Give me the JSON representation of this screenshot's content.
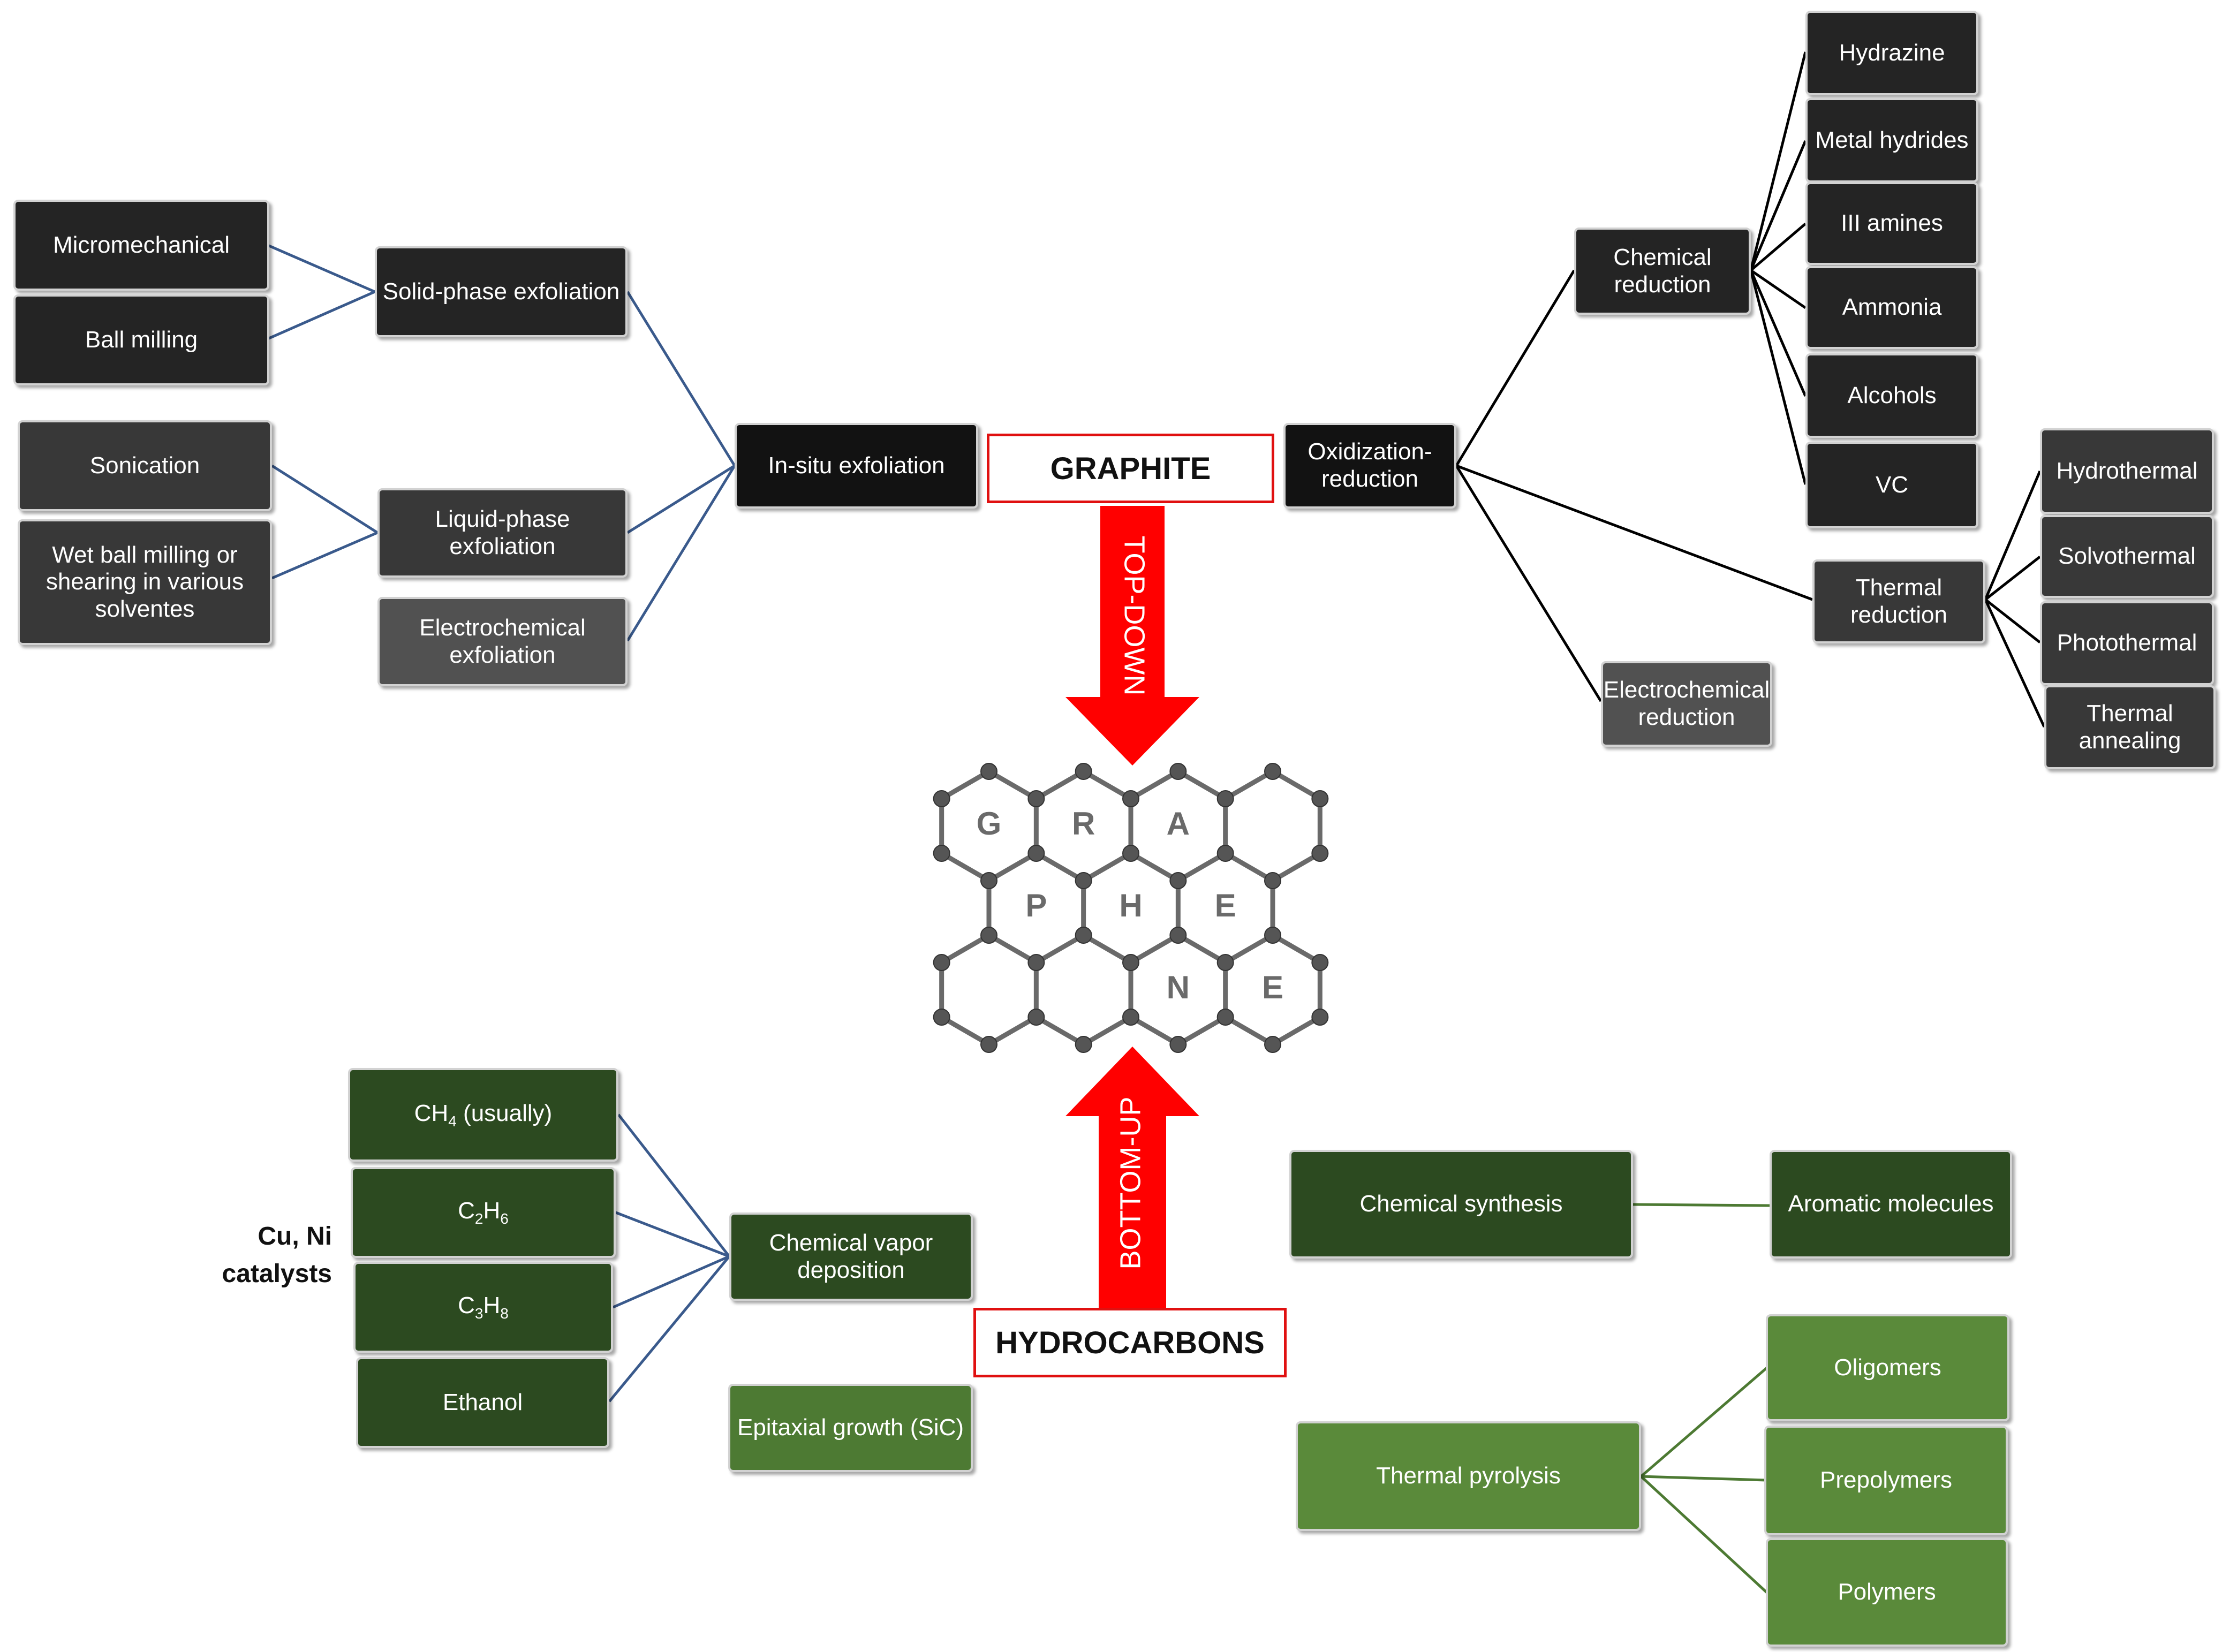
{
  "center": {
    "graphite": "GRAPHITE",
    "hydrocarbons": "HYDROCARBONS",
    "top_down": "TOP-DOWN",
    "bottom_up": "BOTTOM-UP",
    "graphene_letters": [
      "G",
      "R",
      "A",
      "P",
      "H",
      "E",
      "N",
      "E"
    ]
  },
  "top_down": {
    "in_situ": "In-situ exfoliation",
    "solid_phase": "Solid-phase exfoliation",
    "micromechanical": "Micromechanical",
    "ball_milling": "Ball milling",
    "liquid_phase": "Liquid-phase exfoliation",
    "sonication": "Sonication",
    "wet_ball": "Wet ball milling or\nshearing in various\nsolventes",
    "electrochem_exf": "Electrochemical\nexfoliation",
    "oxid_red": "Oxidization-\nreduction",
    "chem_red": "Chemical\nreduction",
    "hydrazine": "Hydrazine",
    "metal_hydrides": "Metal hydrides",
    "iii_amines": "III amines",
    "ammonia": "Ammonia",
    "alcohols": "Alcohols",
    "vc": "VC",
    "thermal_red": "Thermal\nreduction",
    "hydrothermal": "Hydrothermal",
    "solvothermal": "Solvothermal",
    "photothermal": "Photothermal",
    "thermal_annealing": "Thermal\nannealing",
    "electrochem_red": "Electrochemical\nreduction"
  },
  "bottom_up": {
    "ch4_main": "CH",
    "ch4_sub": "4",
    "ch4_rest": " (usually)",
    "c2h6_a": "C",
    "c2h6_b": "2",
    "c2h6_c": "H",
    "c2h6_d": "6",
    "c3h8_a": "C",
    "c3h8_b": "3",
    "c3h8_c": "H",
    "c3h8_d": "8",
    "ethanol": "Ethanol",
    "catalysts": "Cu, Ni\ncatalysts",
    "cvd": "Chemical vapor\ndeposition",
    "epitaxial": "Epitaxial growth (SiC)",
    "chem_synth": "Chemical synthesis",
    "aromatic": "Aromatic molecules",
    "thermal_pyro": "Thermal pyrolysis",
    "oligomers": "Oligomers",
    "prepolymers": "Prepolymers",
    "polymers": "Polymers"
  },
  "colors": {
    "arrow_red": "#ff0000",
    "box_border_red": "#e01010",
    "connector_blue": "#3a5a8c",
    "connector_black": "#000000",
    "connector_green": "#4d7a33",
    "atom": "#555555",
    "bond": "#6a6a6a"
  }
}
